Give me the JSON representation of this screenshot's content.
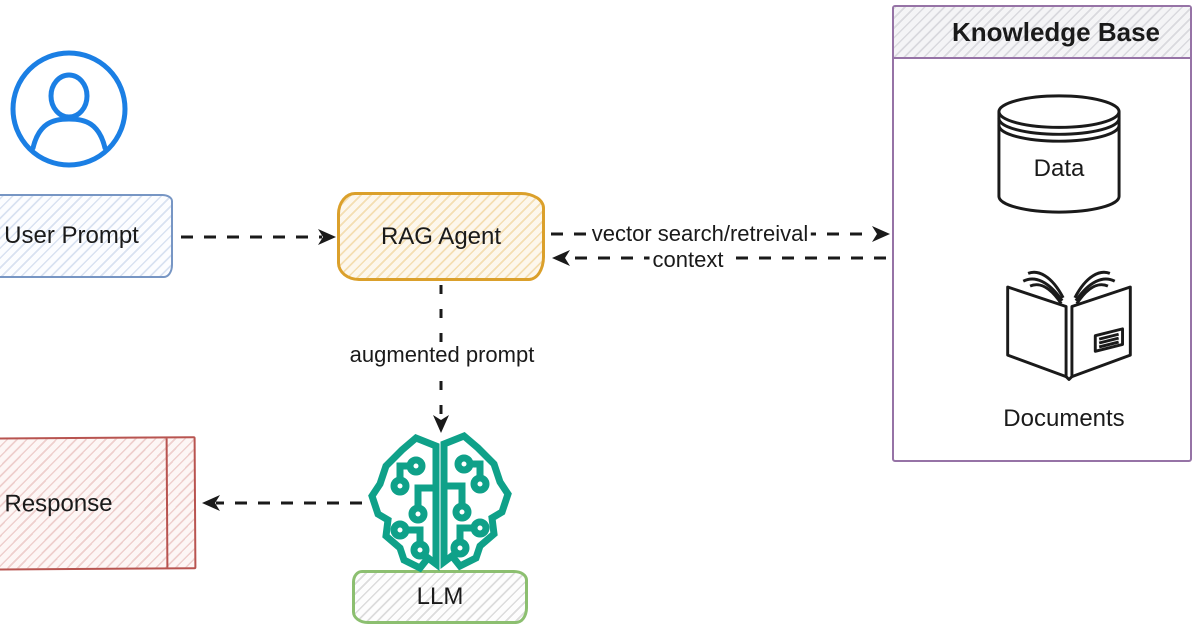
{
  "diagram": {
    "nodes": {
      "user_prompt": "User Prompt",
      "rag_agent": "RAG Agent",
      "llm": "LLM",
      "response": "Response"
    },
    "knowledge_base": {
      "title": "Knowledge Base",
      "items": [
        {
          "icon": "database-icon",
          "label": "Data"
        },
        {
          "icon": "open-book-icon",
          "label": "Documents"
        }
      ]
    },
    "edge_labels": {
      "vector_search": "vector search/retreival",
      "context": "context",
      "augmented_prompt": "augmented prompt"
    },
    "icons": {
      "user": "user-icon",
      "llm": "circuit-brain-icon"
    }
  },
  "colors": {
    "user_icon": "#1b7fe4",
    "user_prompt_border": "#7796c4",
    "rag_agent_border": "#dba02b",
    "knowledge_base_border": "#9673a6",
    "llm_border": "#8cbf70",
    "llm_brain": "#0fa189",
    "response_border": "#b85450",
    "connector": "#1a1a1a",
    "icon_stroke": "#1a1a1a"
  }
}
